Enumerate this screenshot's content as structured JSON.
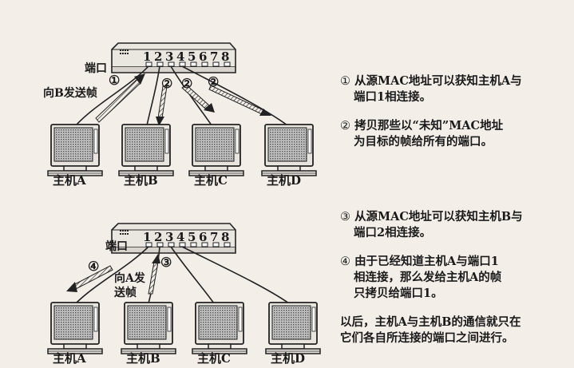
{
  "top": {
    "port_label": "端口",
    "ports": [
      "1",
      "2",
      "3",
      "4",
      "5",
      "6",
      "7",
      "8"
    ],
    "send_label": "向B发送帧",
    "markers": [
      "①",
      "②",
      "②",
      "②"
    ],
    "pcs": [
      "主机A",
      "主机B",
      "主机C",
      "主机D"
    ],
    "notes": [
      {
        "num": "①",
        "lines": [
          "从源MAC地址可以获知主机A与",
          "端口1相连接。"
        ]
      },
      {
        "num": "②",
        "lines": [
          "拷贝那些以“未知”MAC地址",
          "为目标的帧给所有的端口。"
        ]
      }
    ]
  },
  "bottom": {
    "port_label": "端口",
    "ports": [
      "1",
      "2",
      "3",
      "4",
      "5",
      "6",
      "7",
      "8"
    ],
    "send_label_1": "向A发",
    "send_label_2": "送帧",
    "markers": [
      "④",
      "③"
    ],
    "pcs": [
      "主机A",
      "主机B",
      "主机C",
      "主机D"
    ],
    "notes": [
      {
        "num": "③",
        "lines": [
          "从源MAC地址可以获知主机B与",
          "端口2相连接。"
        ]
      },
      {
        "num": "④",
        "lines": [
          "由于已经知道主机A与端口1",
          "相连接，那么发给主机A的帧",
          "只拷贝给端口1。"
        ]
      }
    ],
    "summary": [
      "以后，主机A与主机B的通信就只在",
      "它们各自所连接的端口之间进行。"
    ]
  }
}
